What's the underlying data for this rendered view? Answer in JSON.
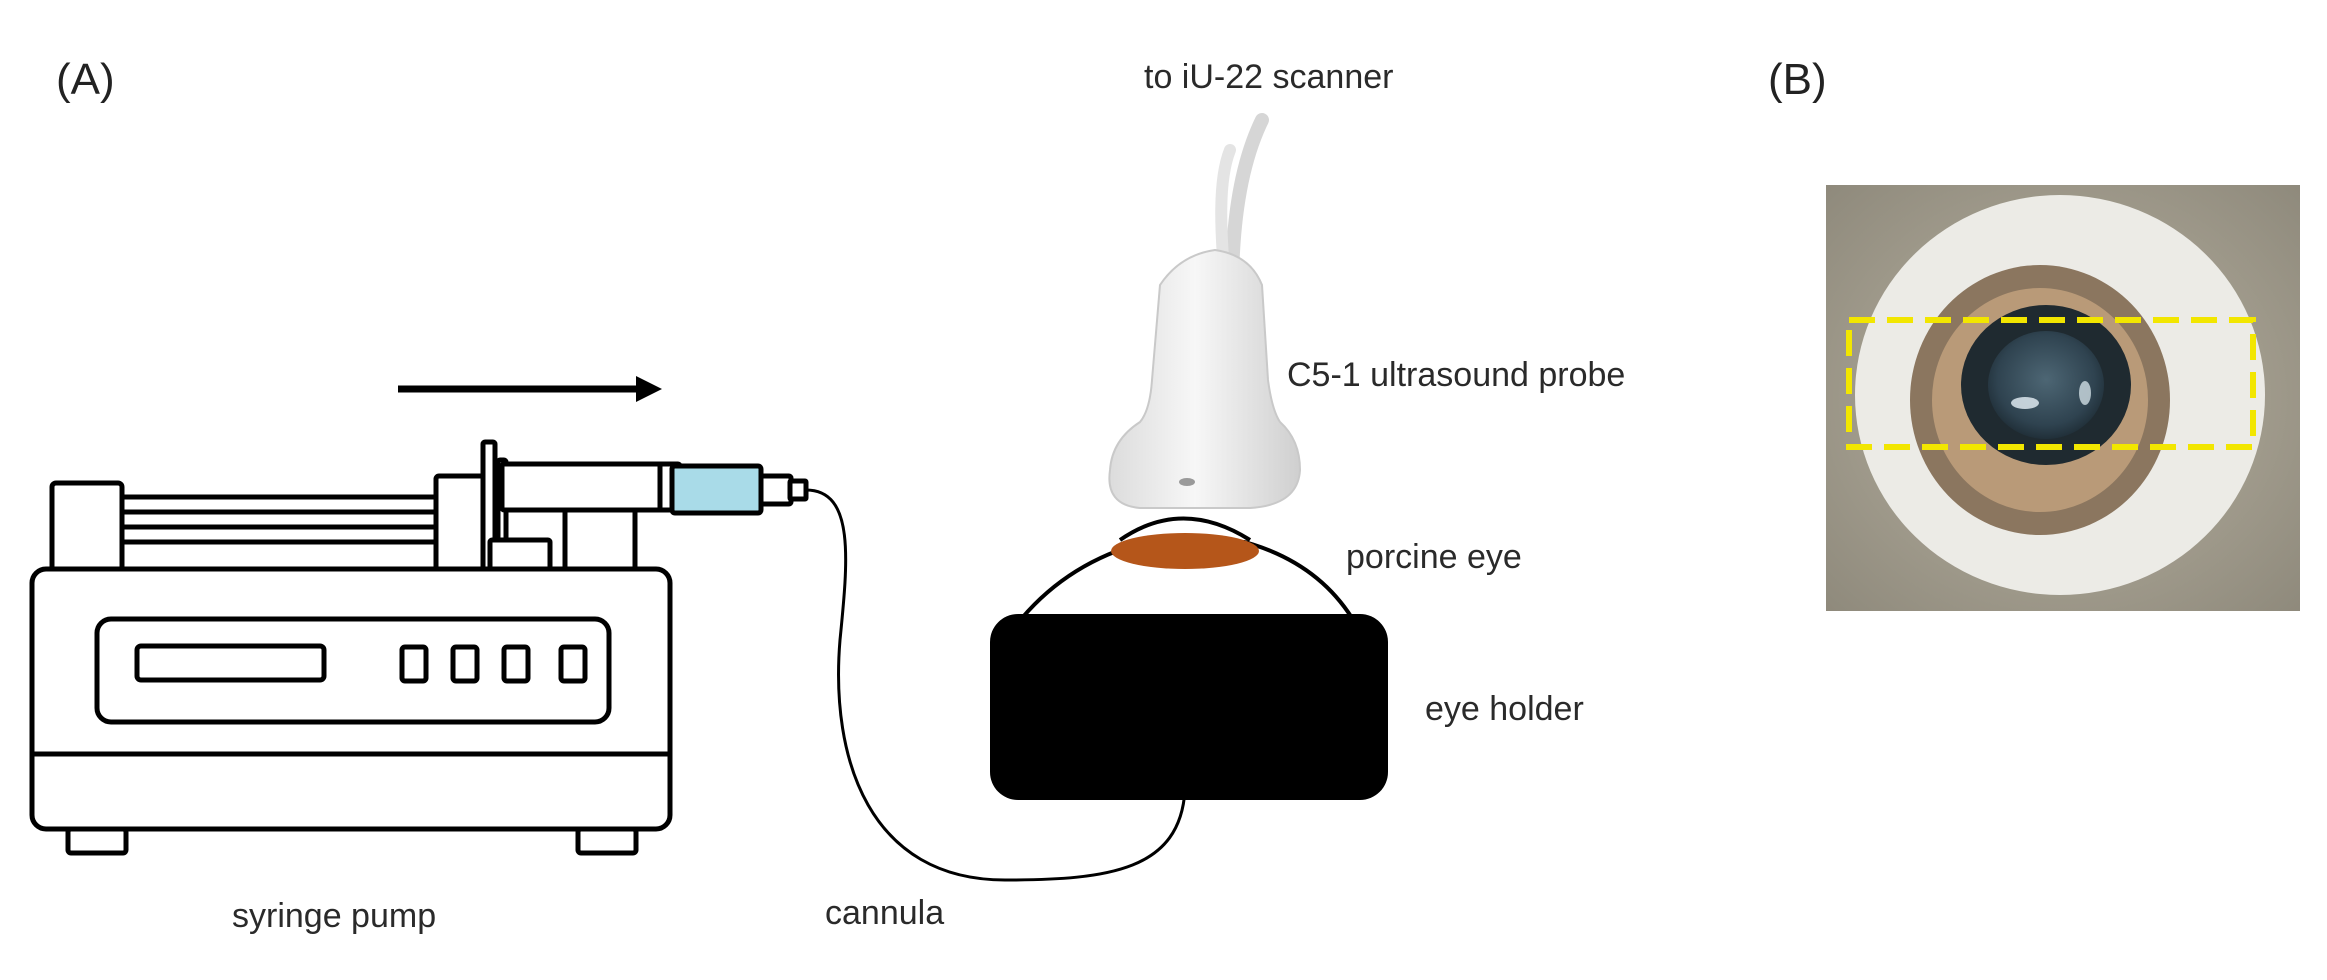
{
  "panels": {
    "a_label": "(A)",
    "b_label": "(B)"
  },
  "labels": {
    "scanner": "to iU-22 scanner",
    "probe": "C5-1 ultrasound probe",
    "porcine_eye": "porcine eye",
    "eye_holder": "eye holder",
    "syringe_pump": "syringe pump",
    "cannula": "cannula"
  },
  "colors": {
    "syringe_fluid": "#a9dbe8",
    "cornea_overlay": "#b5561a",
    "eye_holder": "#000000",
    "roi_box": "#f2e600"
  },
  "icons": {
    "flow_direction": "right-arrow-icon"
  }
}
